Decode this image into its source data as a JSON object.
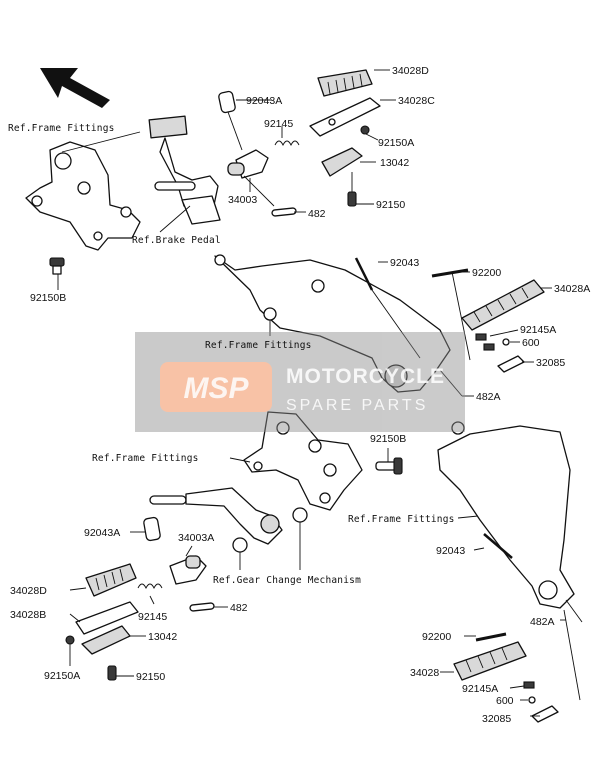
{
  "watermark": {
    "logo": "MSP",
    "title": "MOTORCYCLE",
    "subtitle": "SPARE PARTS",
    "colors": {
      "box": "#8c8c8c",
      "logo_bg": "#f07a3c"
    }
  },
  "refs": {
    "frame_1": "Ref.Frame Fittings",
    "brake_pedal": "Ref.Brake Pedal",
    "frame_2": "Ref.Frame Fittings",
    "frame_3": "Ref.Frame Fittings",
    "frame_4": "Ref.Frame Fittings",
    "gear_change": "Ref.Gear Change Mechanism"
  },
  "parts": {
    "p34028D_top": "34028D",
    "p34028C": "34028C",
    "p92043A_top": "92043A",
    "p92145_top": "92145",
    "p92150A_top": "92150A",
    "p13042_top": "13042",
    "p34003": "34003",
    "p482_top": "482",
    "p92150_top": "92150",
    "p92150B_top": "92150B",
    "p92043_mid": "92043",
    "p92200_top": "92200",
    "p34028A": "34028A",
    "p92145A_top": "92145A",
    "p600_top": "600",
    "p32085_top": "32085",
    "p482A_top": "482A",
    "p92150B_mid": "92150B",
    "p92043A_low": "92043A",
    "p34003A": "34003A",
    "p34028D_low": "34028D",
    "p34028B": "34028B",
    "p92145_low": "92145",
    "p482_low": "482",
    "p13042_low": "13042",
    "p92150A_low": "92150A",
    "p92150_low": "92150",
    "p92043_low": "92043",
    "p482A_low": "482A",
    "p92200_low": "92200",
    "p34028": "34028",
    "p92145A_low": "92145A",
    "p600_low": "600",
    "p32085_low": "32085"
  },
  "icons": {
    "front": "direction-arrow-icon"
  }
}
